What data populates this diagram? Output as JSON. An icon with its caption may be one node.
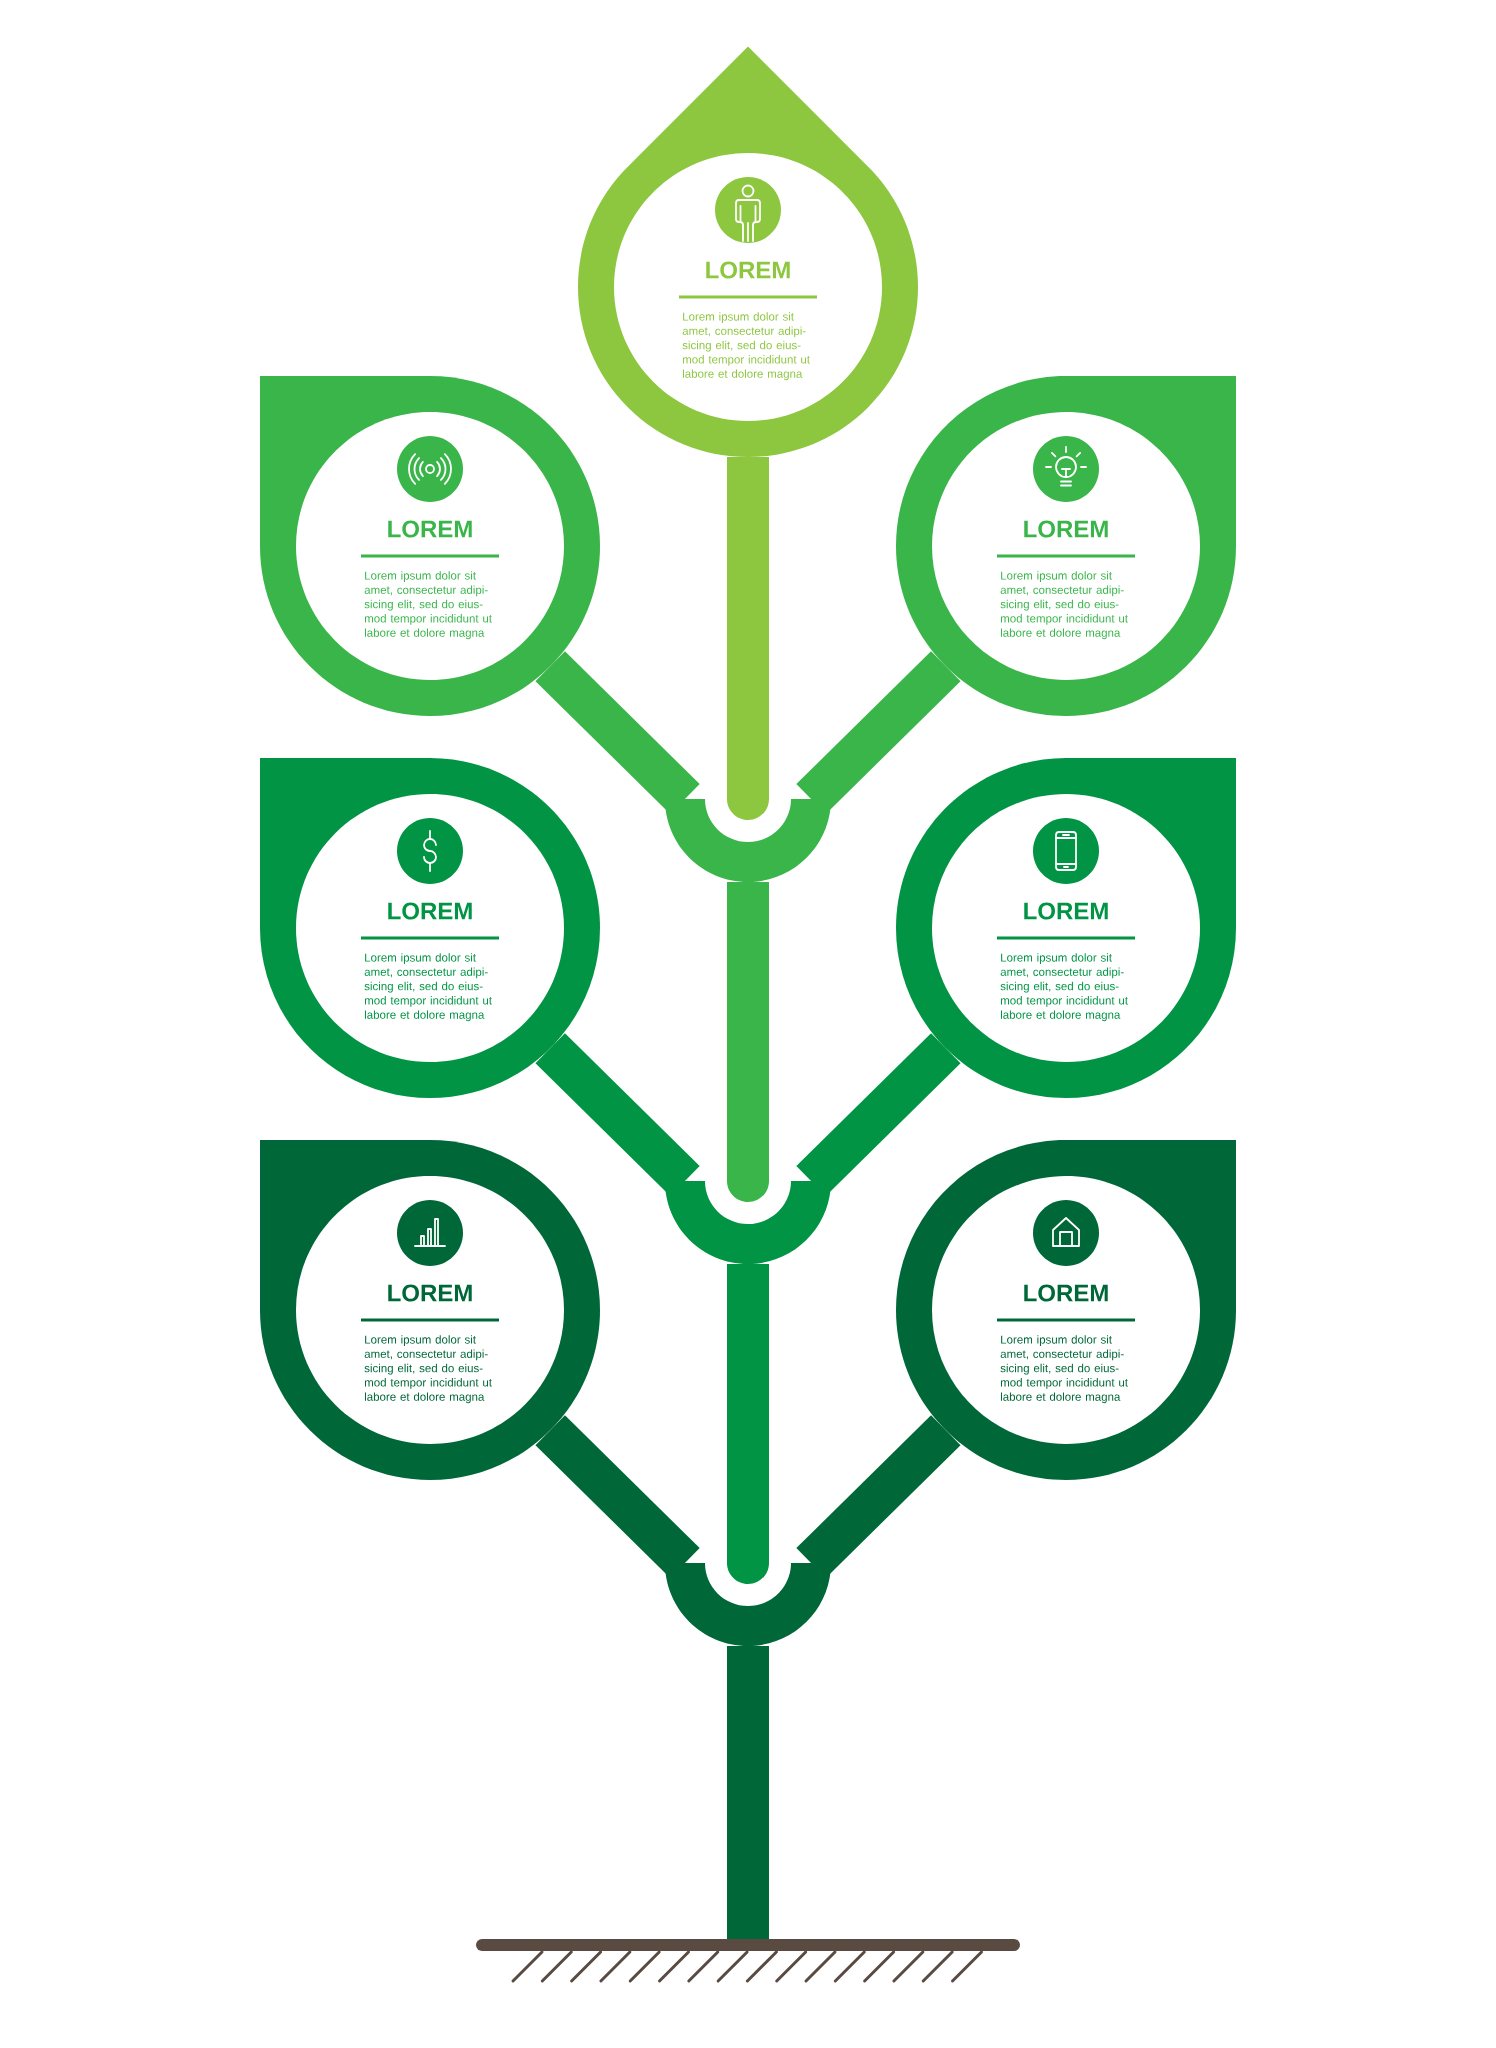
{
  "diagram": {
    "nodes": [
      {
        "text": [
          "LOREM",
          "Lorem ipsum dolor sit amet, consectetur adipi- sicing elit, sed do eius- mod tempor incididunt ut labore et dolore magna"
        ]
      },
      {
        "text": [
          "LOREM",
          "Lorem ipsum dolor sit amet, consectetur adipi- sicing elit, sed do eius- mod tempor incididunt ut labore et dolore magna"
        ]
      },
      {
        "text": [
          "LOREM",
          "Lorem ipsum dolor sit amet, consectetur adipi- sicing elit, sed do eius- mod tempor incididunt ut labore et dolore magna"
        ]
      },
      {
        "text": [],
        "shape": "arc"
      },
      {
        "text": [
          "LOREM",
          "Lorem ipsum dolor sit amet, consectetur adipi- sicing elit, sed do eius- mod tempor incididunt ut labore et dolore magna"
        ]
      },
      {
        "text": [
          "LOREM",
          "Lorem ipsum dolor sit amet, consectetur adipi- sicing elit, sed do eius- mod tempor incididunt ut labore et dolore magna"
        ]
      },
      {
        "text": [],
        "shape": "arc"
      },
      {
        "text": [
          "LOREM",
          "Lorem ipsum dolor sit amet, consectetur adipi- sicing elit, sed do eius- mod tempor incididunt ut labore et dolore magna"
        ]
      },
      {
        "text": [
          "LOREM",
          "Lorem ipsum dolor sit amet, consectetur adipi- sicing elit, sed do eius- mod tempor incididunt ut labore et dolore magna"
        ]
      },
      {
        "text": [],
        "shape": "arc"
      },
      {
        "text": [],
        "shape": "ground"
      }
    ],
    "edges": [
      {
        "from": 0,
        "to": 3,
        "arrow": "none",
        "color": "#8dc63f"
      },
      {
        "from": 1,
        "to": 3,
        "arrow": "none",
        "color": "#39b54a"
      },
      {
        "from": 2,
        "to": 3,
        "arrow": "none",
        "color": "#39b54a"
      },
      {
        "from": 3,
        "to": 6,
        "arrow": "none",
        "color": "#39b54a"
      },
      {
        "from": 4,
        "to": 6,
        "arrow": "none",
        "color": "#009444"
      },
      {
        "from": 5,
        "to": 6,
        "arrow": "none",
        "color": "#009444"
      },
      {
        "from": 6,
        "to": 9,
        "arrow": "none",
        "color": "#009444"
      },
      {
        "from": 7,
        "to": 9,
        "arrow": "none",
        "color": "#006838"
      },
      {
        "from": 8,
        "to": 9,
        "arrow": "none",
        "color": "#006838"
      },
      {
        "from": 9,
        "to": 10,
        "arrow": "none",
        "color": "#006838"
      }
    ]
  }
}
